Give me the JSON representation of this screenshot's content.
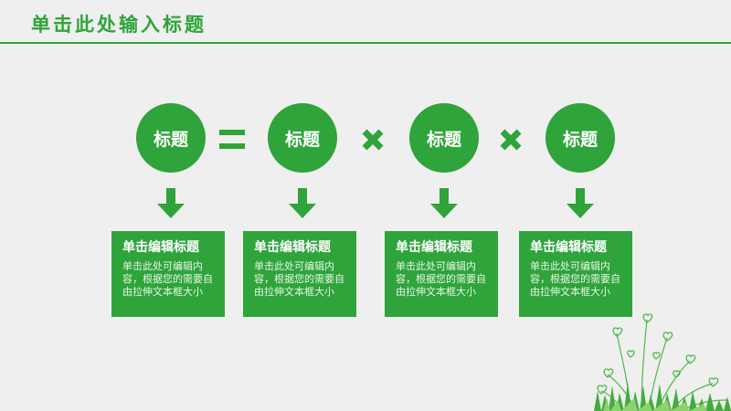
{
  "slide": {
    "title": "单击此处输入标题"
  },
  "formula": {
    "circles": [
      "标题",
      "标题",
      "标题",
      "标题"
    ],
    "operators": [
      "equals-operator",
      "times-operator",
      "times-operator"
    ]
  },
  "cards": [
    {
      "title": "单击编辑标题",
      "body": "单击此处可编辑内容，根据您的需要自由拉伸文本框大小"
    },
    {
      "title": "单击编辑标题",
      "body": "单击此处可编辑内容，根据您的需要自由拉伸文本框大小"
    },
    {
      "title": "单击编辑标题",
      "body": "单击此处可编辑内容，根据您的需要自由拉伸文本框大小"
    },
    {
      "title": "单击编辑标题",
      "body": "单击此处可编辑内容，根据您的需要自由拉伸文本框大小"
    }
  ],
  "colors": {
    "accent": "#2ea43a",
    "background": "#efefef",
    "text_on_accent": "#ffffff"
  }
}
